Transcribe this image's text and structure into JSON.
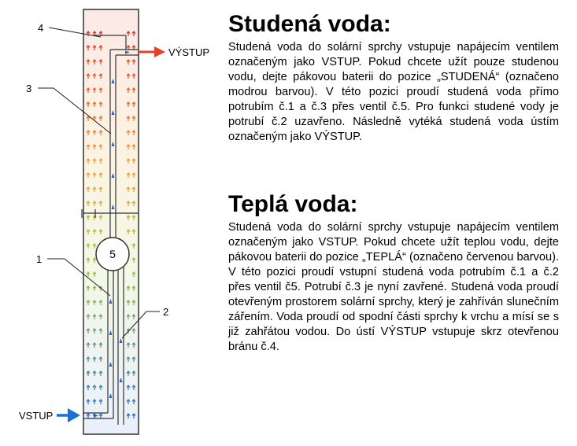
{
  "diagram": {
    "labels": {
      "n1": "1",
      "n2": "2",
      "n3": "3",
      "n4": "4",
      "n5": "5",
      "outlet": "VÝSTUP",
      "inlet": "VSTUP"
    },
    "colors": {
      "hot": "#e03020",
      "warm": "#f0a030",
      "mid": "#9ac23a",
      "cold": "#1e5fd6",
      "outlet_arrow": "#e8402a",
      "inlet_arrow": "#1e6fd0"
    }
  },
  "cold_section": {
    "title": "Studená voda:",
    "text": "Studená voda do solární sprchy vstupuje napájecím ventilem označeným jako VSTUP. Pokud chcete užít pouze studenou vodu, dejte pákovou baterii do pozice „STUDENÁ“ (označeno modrou barvou). V této pozici proudí studená voda přímo potrubím č.1 a č.3 přes ventil č.5. Pro funkci studené vody je potrubí č.2 uzavřeno. Následně vytéká studená voda ústím označeným jako VÝSTUP."
  },
  "warm_section": {
    "title": "Teplá voda:",
    "text": "Studená voda do solární sprchy vstupuje napájecím ventilem označeným jako VSTUP. Pokud chcete užít teplou vodu, dejte pákovou baterii do pozice „TEPLÁ“ (označeno červenou barvou). V této pozici proudí vstupní studená voda potrubím č.1 a č.2 přes ventil č5. Potrubí č.3 je nyní zavřené. Studená voda proudí otevřeným prostorem solární sprchy, který je zahříván slunečním zářením. Voda proudí od spodní části sprchy k vrchu a mísí se s již zahřátou vodou. Do ústí VÝSTUP vstupuje skrz otevřenou bránu č.4."
  }
}
